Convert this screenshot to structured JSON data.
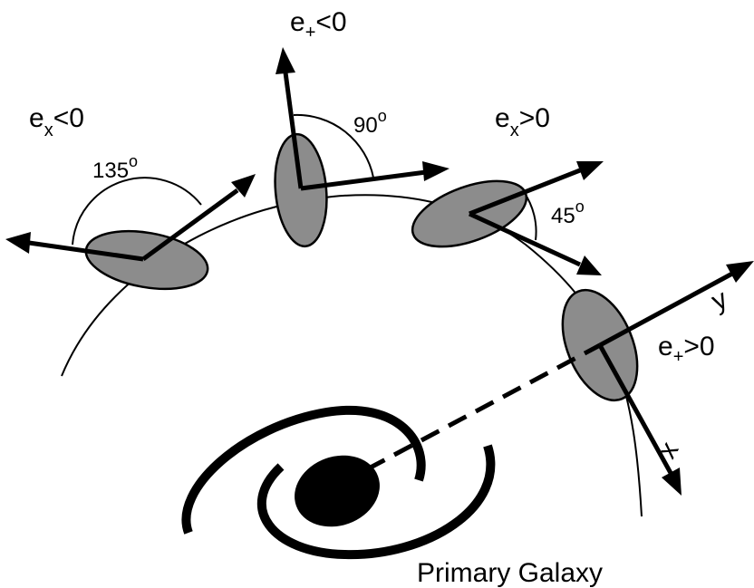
{
  "labels": {
    "ex_neg": {
      "main": "e",
      "sub": "x",
      "rel": "<0"
    },
    "eplus_neg": {
      "main": "e",
      "sub": "+",
      "rel": "<0"
    },
    "ex_pos": {
      "main": "e",
      "sub": "x",
      "rel": ">0"
    },
    "eplus_pos": {
      "main": "e",
      "sub": "+",
      "rel": ">0"
    },
    "angle_135": {
      "value": "135",
      "unit": "o"
    },
    "angle_90": {
      "value": "90",
      "unit": "o"
    },
    "angle_45": {
      "value": "45",
      "unit": "o"
    },
    "axis_x": "x",
    "axis_y": "y",
    "primary_galaxy": "Primary Galaxy"
  },
  "colors": {
    "ellipse_fill": "#8c8c8c",
    "line": "#000000"
  }
}
